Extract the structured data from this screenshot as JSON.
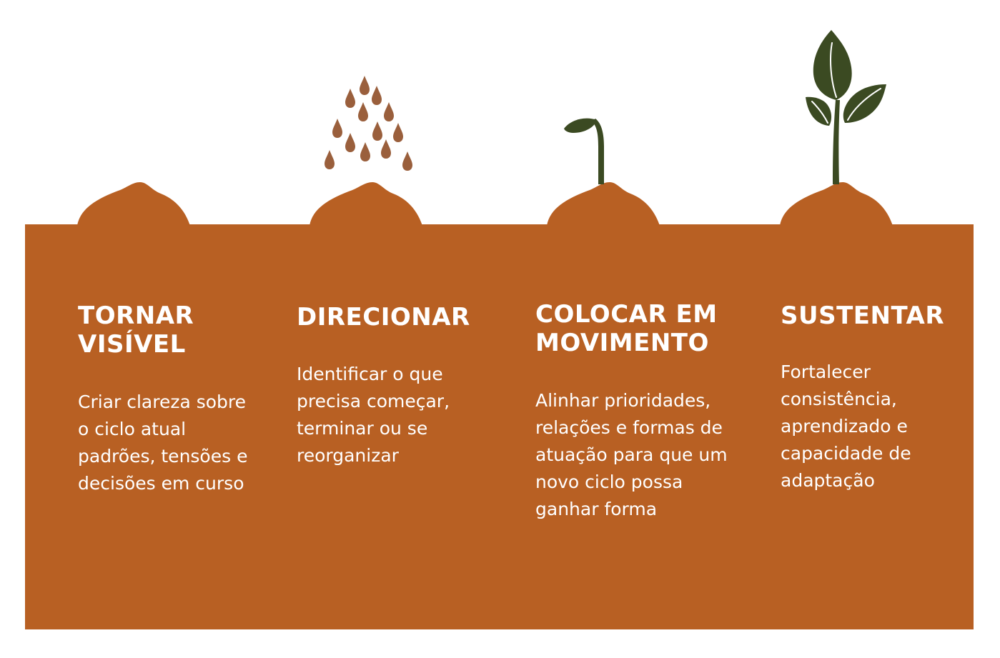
{
  "colors": {
    "soil": "#b86023",
    "seed": "#9a5f3c",
    "plant": "#3b4a22",
    "text": "#ffffff"
  },
  "icons": [
    "seeds-icon",
    "sprout-icon",
    "plant-icon"
  ],
  "stages": [
    {
      "title_line1": "TORNAR",
      "title_line2": "VISÍVEL",
      "desc": "Criar clareza sobre o ciclo atual padrões, tensões e decisões em curso"
    },
    {
      "title_line1": "DIRECIONAR",
      "desc": "Identificar o que precisa começar, terminar ou se reorganizar"
    },
    {
      "title_line1": "COLOCAR EM",
      "title_line2": "MOVIMENTO",
      "desc": "Alinhar prioridades, relações e formas de atuação para que um novo ciclo possa ganhar forma"
    },
    {
      "title_line1": "SUSTENTAR",
      "desc": "Fortalecer consistência, aprendizado e capacidade de adaptação"
    }
  ]
}
